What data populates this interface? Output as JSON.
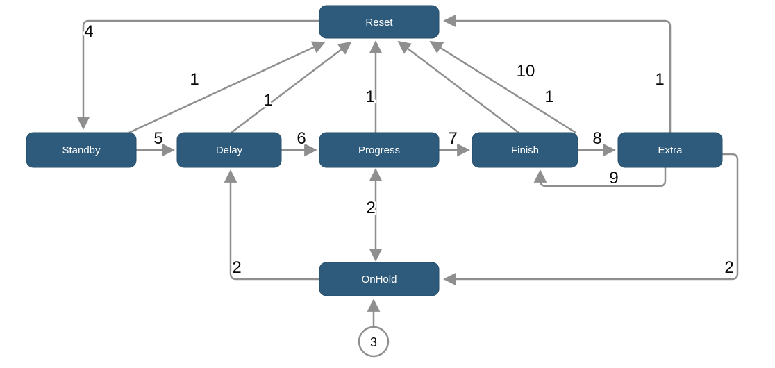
{
  "diagram": {
    "title": "state-transition-diagram",
    "states": [
      {
        "id": "reset",
        "label": "Reset"
      },
      {
        "id": "standby",
        "label": "Standby"
      },
      {
        "id": "delay",
        "label": "Delay"
      },
      {
        "id": "progress",
        "label": "Progress"
      },
      {
        "id": "finish",
        "label": "Finish"
      },
      {
        "id": "extra",
        "label": "Extra"
      },
      {
        "id": "onhold",
        "label": "OnHold"
      }
    ],
    "transitions": [
      {
        "from": "Reset",
        "to": "Standby",
        "label": "4"
      },
      {
        "from": "Standby",
        "to": "Delay",
        "label": "5"
      },
      {
        "from": "Delay",
        "to": "Progress",
        "label": "6"
      },
      {
        "from": "Progress",
        "to": "Finish",
        "label": "7"
      },
      {
        "from": "Finish",
        "to": "Extra",
        "label": "8"
      },
      {
        "from": "Extra",
        "to": "Finish",
        "label": "9"
      },
      {
        "from": "Standby",
        "to": "Reset",
        "label": "1"
      },
      {
        "from": "Delay",
        "to": "Reset",
        "label": "1"
      },
      {
        "from": "Progress",
        "to": "Reset",
        "label": "1"
      },
      {
        "from": "Finish",
        "to": "Reset",
        "label": "10"
      },
      {
        "from": "Finish",
        "to": "Reset",
        "label": "1"
      },
      {
        "from": "Extra",
        "to": "Reset",
        "label": "1"
      },
      {
        "from": "Progress",
        "to": "OnHold",
        "label": "2",
        "bidirectional": true
      },
      {
        "from": "OnHold",
        "to": "Delay",
        "label": "2"
      },
      {
        "from": "Extra",
        "to": "OnHold",
        "label": "2"
      }
    ],
    "start_marker": {
      "label": "3",
      "to": "OnHold"
    },
    "colors": {
      "node_fill": "#2e5b7c",
      "node_text": "#ffffff",
      "edge": "#8f8f8f",
      "edge_label_text": "#0a0a0a",
      "background": "#ffffff"
    }
  }
}
